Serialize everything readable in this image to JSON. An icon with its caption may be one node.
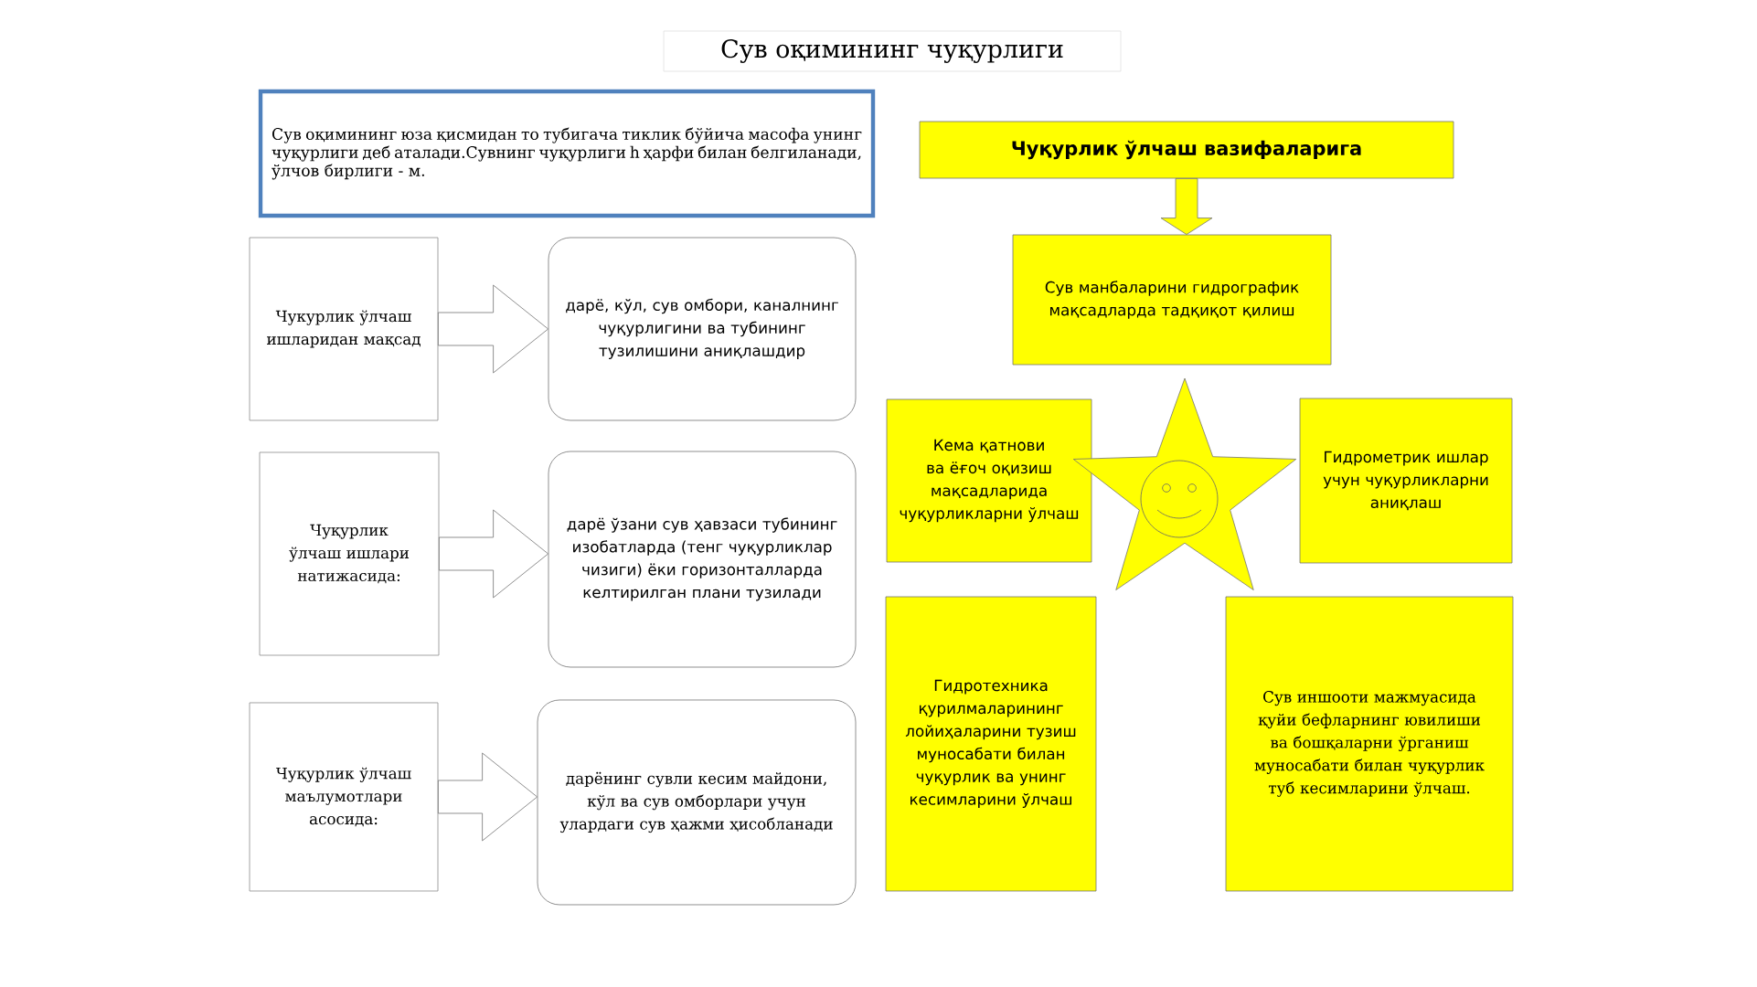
{
  "diagram": {
    "title": "Сув оқимининг чуқурлиги",
    "nodes": [
      {
        "text": [
          "Сув оқимининг юза қисмидан то тубигача тиклик бўйича масофа унинг чуқурлиги деб аталади.Сувнинг чуқурлиги h ҳарфи билан белгиланади, ўлчов бирлиги - м."
        ]
      },
      {
        "text": [
          "Чукурлик ўлчаш ишларидан мақсад"
        ]
      },
      {
        "text": [
          "дарё, кўл, сув омбори, каналнинг чуқурлигини ва тубининг тузилишини аниқлашдир"
        ]
      },
      {
        "text": [
          "Чуқурлик ўлчаш ишлари натижасида:"
        ]
      },
      {
        "text": [
          "дарё ўзани сув ҳавзаси тубининг изобатларда (тенг чуқурликлар чизиги) ёки горизонталларда келтирилган плани тузилади"
        ]
      },
      {
        "text": [
          "Чуқурлик ўлчаш маълумотлари асосида:"
        ]
      },
      {
        "text": [
          "дарёнинг сувли кесим майдони, кўл ва сув омборлари учун улардаги сув ҳажми ҳисобланади"
        ]
      },
      {
        "text": [
          "Чуқурлик ўлчаш вазифаларига"
        ]
      },
      {
        "text": [
          "Сув манбаларини гидрографик мақсадларда тадқиқот қилиш"
        ]
      },
      {
        "text": [
          "Кема қатнови ва ёғоч оқизиш мақсадларида чуқурликларни ўлчаш"
        ]
      },
      {
        "text": [],
        "shape": "star"
      },
      {
        "text": [
          "Гидрометрик ишлар учун чуқурликларни аниқлаш"
        ]
      },
      {
        "text": [
          "Гидротехника қурилмаларининг лойиҳаларини тузиш муносабати билан чуқурлик ва унинг кесимларини ўлчаш"
        ]
      },
      {
        "text": [
          "Сув иншооти мажмуасида қуйи бефларнинг ювилиши ва бошқаларни ўрганиш муносабати билан чуқурлик туб кесимларини ўлчаш."
        ]
      }
    ],
    "edges": [
      {
        "from": 1,
        "to": 2,
        "arrow": "to"
      },
      {
        "from": 3,
        "to": 4,
        "arrow": "to"
      },
      {
        "from": 5,
        "to": 6,
        "arrow": "to"
      },
      {
        "from": 7,
        "to": 8,
        "arrow": "to",
        "color": "#ffff00"
      }
    ]
  }
}
